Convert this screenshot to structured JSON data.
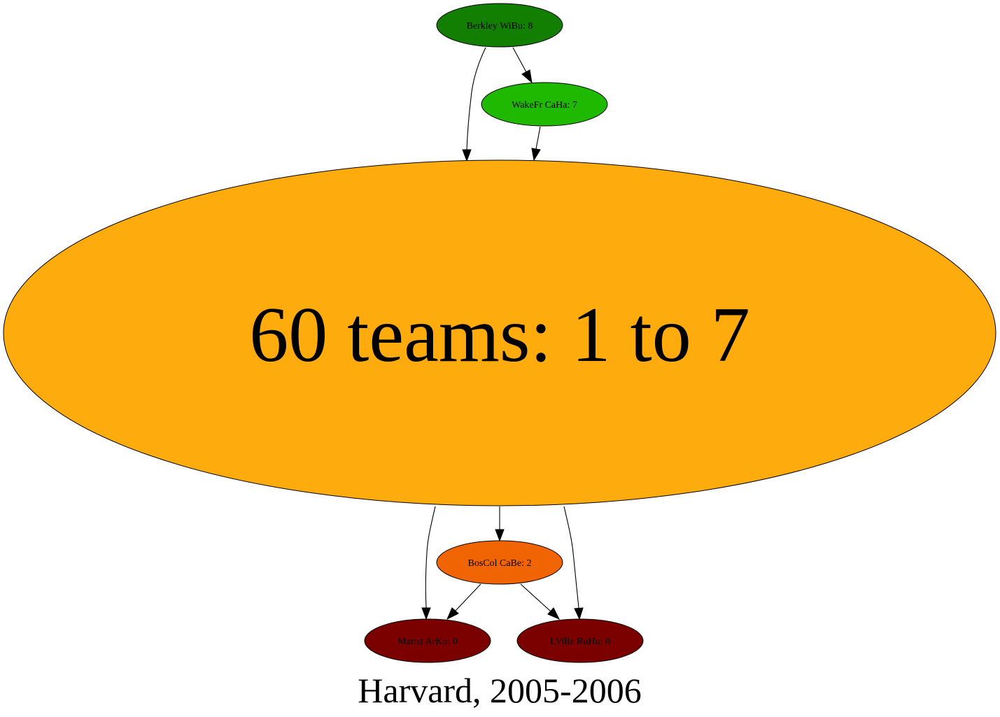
{
  "graph": {
    "caption": "Harvard, 2005-2006",
    "nodes": {
      "berkley": {
        "label": "Berkley WiBu: 8",
        "color": "#137f02"
      },
      "wakefr": {
        "label": "WakeFr CaHa: 7",
        "color": "#20b902"
      },
      "cluster": {
        "label": "60 teams: 1 to 7",
        "color": "#feab0d"
      },
      "boscol": {
        "label": "BosCol CaBe: 2",
        "color": "#f06403"
      },
      "marist": {
        "label": "Marist ArKo: 0",
        "color": "#7b0000"
      },
      "lville": {
        "label": "LVille RuHu: 0",
        "color": "#7b0000"
      }
    },
    "edges": [
      {
        "from": "berkley",
        "to": "wakefr"
      },
      {
        "from": "berkley",
        "to": "cluster"
      },
      {
        "from": "wakefr",
        "to": "cluster"
      },
      {
        "from": "cluster",
        "to": "boscol"
      },
      {
        "from": "cluster",
        "to": "marist"
      },
      {
        "from": "cluster",
        "to": "lville"
      },
      {
        "from": "boscol",
        "to": "marist"
      },
      {
        "from": "boscol",
        "to": "lville"
      }
    ]
  }
}
